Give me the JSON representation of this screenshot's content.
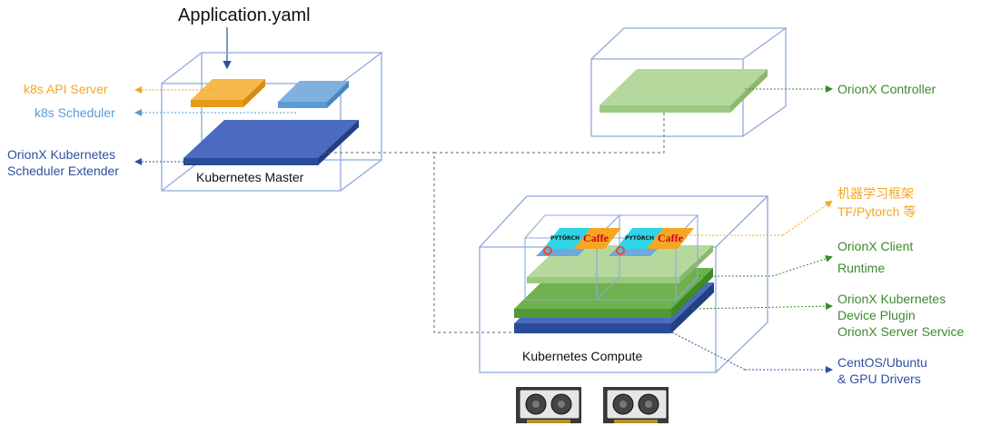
{
  "top_title": "Application.yaml",
  "master": {
    "box_label": "Kubernetes Master",
    "api_server": "k8s API Server",
    "scheduler": "k8s Scheduler",
    "extender_line1": "OrionX Kubernetes",
    "extender_line2": "Scheduler Extender"
  },
  "controller": {
    "label": "OrionX Controller"
  },
  "compute": {
    "box_label": "Kubernetes Compute",
    "framework_line1": "机器学习框架",
    "framework_line2": "TF/Pytorch 等",
    "client_line1": "OrionX Client",
    "client_line2": "Runtime",
    "plugin_line1": "OrionX Kubernetes",
    "plugin_line2": "Device Plugin",
    "plugin_line3": "OrionX Server Service",
    "os_line1": "CentOS/Ubuntu",
    "os_line2": "& GPU Drivers",
    "pytorch_tag": "PYTÖRCH",
    "caffe_tag": "Caffe"
  },
  "colors": {
    "orange": "#f5a623",
    "light_blue": "#5b9bd5",
    "dark_blue": "#2f4f9f",
    "green": "#3c8a2e",
    "light_green": "#a9d18e",
    "box_outline": "#8ea9db"
  },
  "icons": [
    "gpu-card-icon",
    "gpu-card-icon"
  ]
}
